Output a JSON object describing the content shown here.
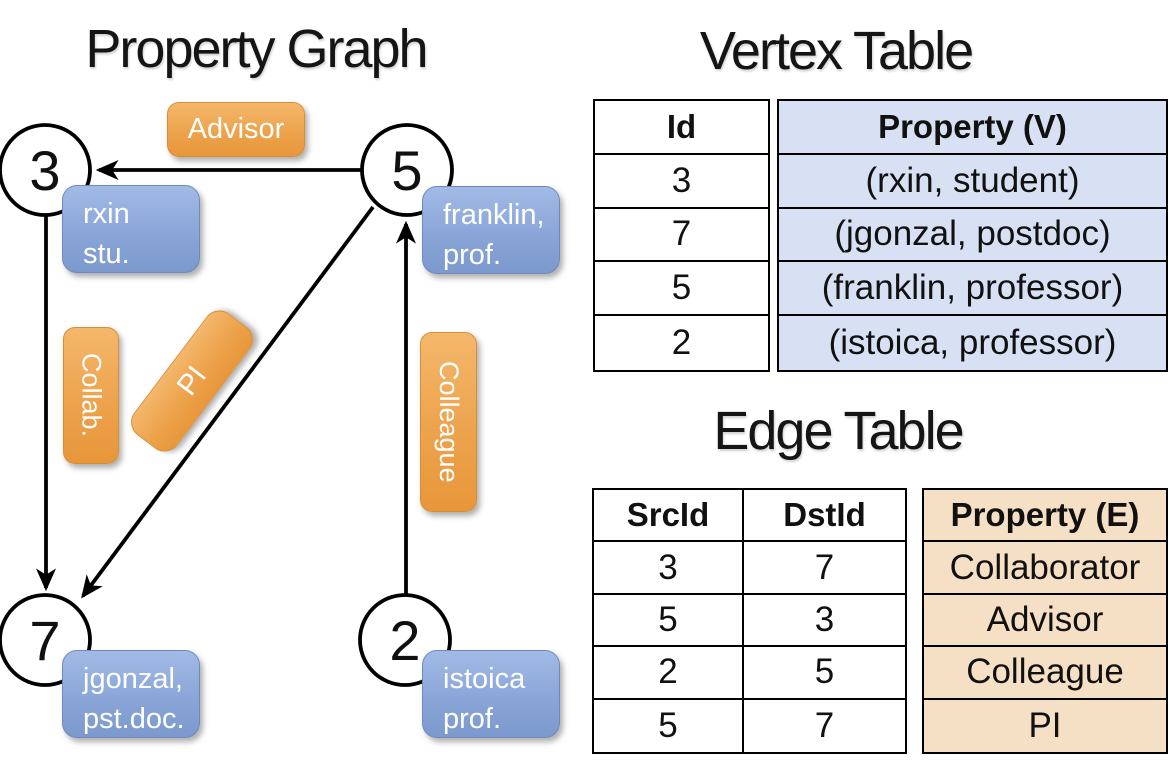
{
  "graph": {
    "title": "Property Graph",
    "nodes": [
      {
        "id": "3",
        "label_line1": "rxin",
        "label_line2": "stu."
      },
      {
        "id": "5",
        "label_line1": "franklin,",
        "label_line2": "prof."
      },
      {
        "id": "7",
        "label_line1": "jgonzal,",
        "label_line2": "pst.doc."
      },
      {
        "id": "2",
        "label_line1": "istoica",
        "label_line2": "prof."
      }
    ],
    "edge_labels": {
      "advisor": "Advisor",
      "collab": "Collab.",
      "pi": "PI",
      "colleague": "Colleague"
    }
  },
  "vertex_table": {
    "title": "Vertex Table",
    "columns": [
      "Id",
      "Property (V)"
    ],
    "rows": [
      [
        "3",
        "(rxin, student)"
      ],
      [
        "7",
        "(jgonzal, postdoc)"
      ],
      [
        "5",
        "(franklin, professor)"
      ],
      [
        "2",
        "(istoica, professor)"
      ]
    ]
  },
  "edge_table": {
    "title": "Edge Table",
    "columns": [
      "SrcId",
      "DstId",
      "Property (E)"
    ],
    "rows": [
      [
        "3",
        "7",
        "Collaborator"
      ],
      [
        "5",
        "3",
        "Advisor"
      ],
      [
        "2",
        "5",
        "Colleague"
      ],
      [
        "5",
        "7",
        "PI"
      ]
    ]
  },
  "colors": {
    "edge_label_orange": "#eda34c",
    "vertex_label_blue": "#8aa6d8",
    "vertex_table_fill": "#d7e1f3",
    "edge_table_fill": "#f6e0c5",
    "line_black": "#000000"
  }
}
